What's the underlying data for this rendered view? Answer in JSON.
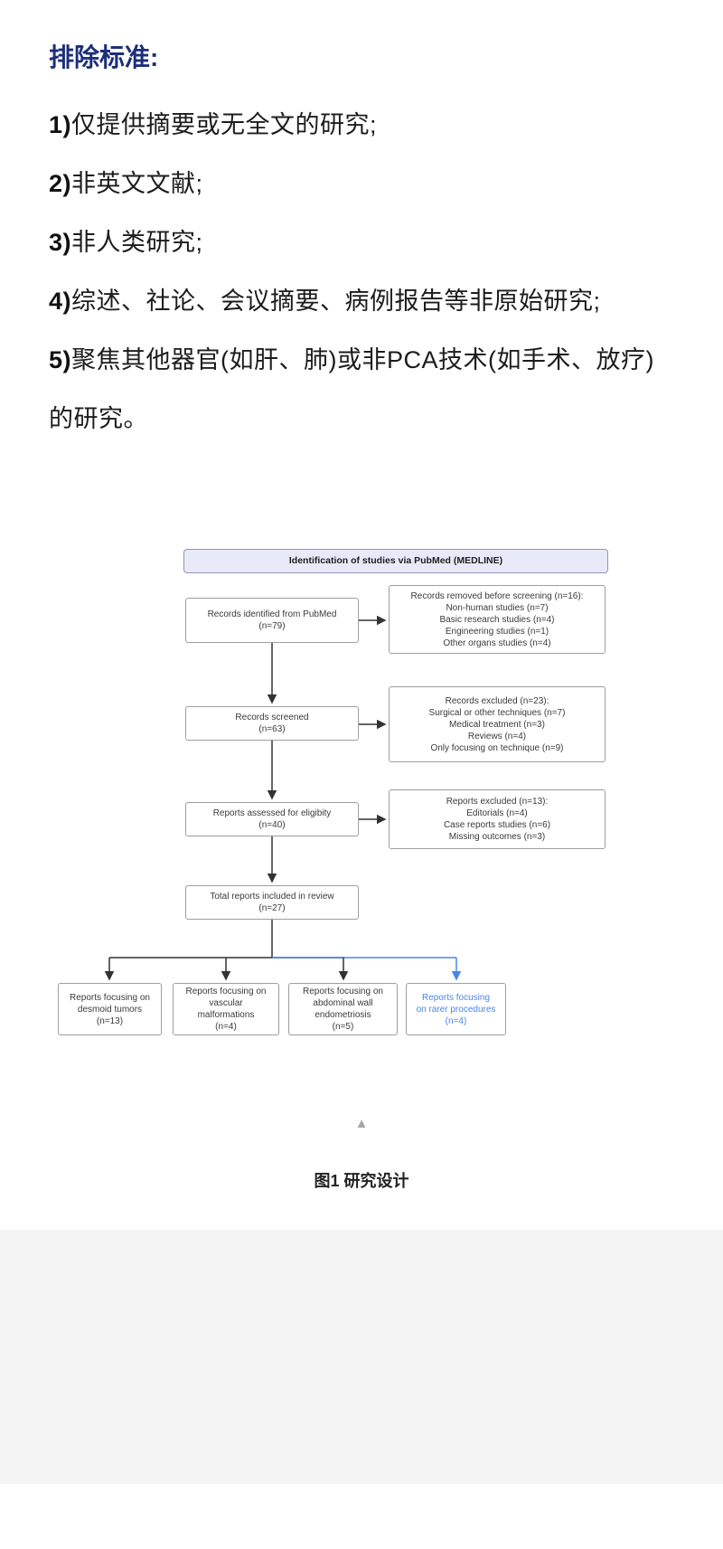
{
  "document": {
    "heading": "排除标准:",
    "items": [
      {
        "num": "1)",
        "text": "仅提供摘要或无全文的研究;"
      },
      {
        "num": "2)",
        "text": "非英文文献;"
      },
      {
        "num": "3)",
        "text": "非人类研究;"
      },
      {
        "num": "4)",
        "text": "综述、社论、会议摘要、病例报告等非原始研究;"
      },
      {
        "num": "5)",
        "text": "聚焦其他器官(如肝、肺)或非PCA技术(如手术、放疗)的研究。"
      }
    ],
    "collapse_icon": "▲",
    "figure_caption": "图1 研究设计"
  },
  "flowchart": {
    "header": "Identification of studies via PubMed (MEDLINE)",
    "boxes": {
      "identified": "Records identified from PubMed\n(n=79)",
      "screened": "Records screened\n(n=63)",
      "assessed": "Reports assessed for eligibity\n(n=40)",
      "included": "Total reports included in review\n(n=27)",
      "removed": "Records removed before screening (n=16):\nNon-human studies (n=7)\nBasic research studies (n=4)\nEngineering studies (n=1)\nOther organs studies (n=4)",
      "excluded_screening": "Records excluded (n=23):\nSurgical or other techniques (n=7)\nMedical treatment (n=3)\nReviews (n=4)\nOnly focusing on technique (n=9)",
      "excluded_reports": "Reports excluded (n=13):\nEditorials (n=4)\nCase reports studies (n=6)\nMissing outcomes (n=3)",
      "desmoid": "Reports focusing on\ndesmoid tumors\n(n=13)",
      "vascular": "Reports focusing on\nvascular\nmalformations\n(n=4)",
      "endometriosis": "Reports focusing on\nabdominal wall\nendometriosis\n(n=5)",
      "rarer": "Reports focusing\non rarer procedures\n(n=4)"
    },
    "colors": {
      "heading_blue": "#1d2f7a",
      "header_fill": "#e9eaf8",
      "box_border": "#9e9e9e",
      "arrow_black": "#333333",
      "highlight_blue": "#4a86e8",
      "footer_gray": "#f4f4f5"
    }
  }
}
